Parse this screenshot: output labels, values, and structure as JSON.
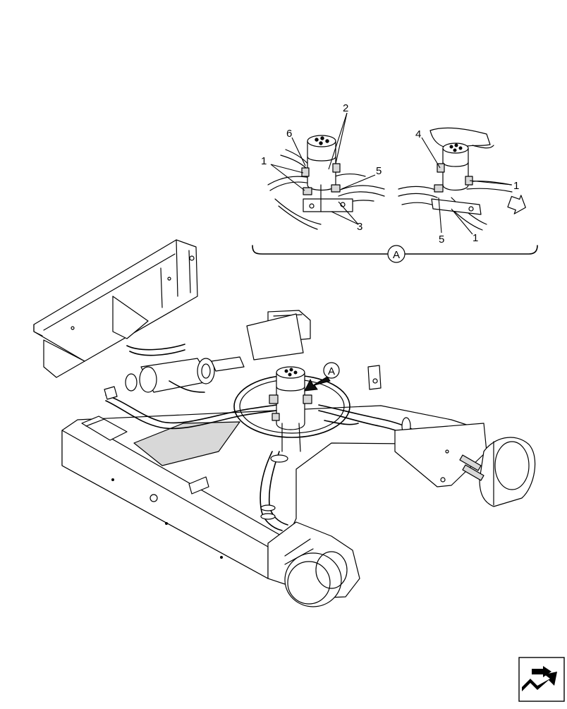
{
  "callouts": {
    "label_1": "1",
    "label_2": "2",
    "label_3": "3",
    "label_4": "4",
    "label_5": "5",
    "label_6": "6",
    "detail_ref": "A"
  },
  "icons": {
    "view_direction": "arrow-icon",
    "nav_corner": "page-navigation-icon"
  }
}
